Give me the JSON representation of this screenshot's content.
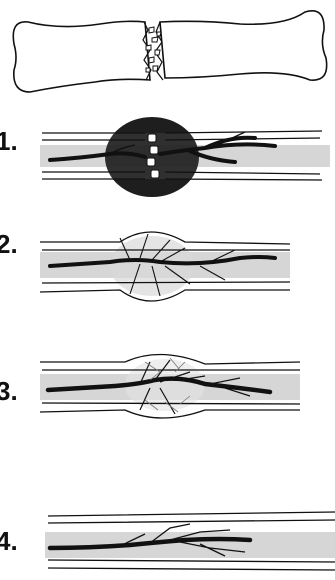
{
  "steps": [
    {
      "label": "1."
    },
    {
      "label": "2."
    },
    {
      "label": "3."
    },
    {
      "label": "4."
    }
  ],
  "colors": {
    "ink": "#111111",
    "hematoma": "#1e1e1e",
    "marrow_shade": "#c8c8c8",
    "bone_fill": "#ffffff"
  }
}
